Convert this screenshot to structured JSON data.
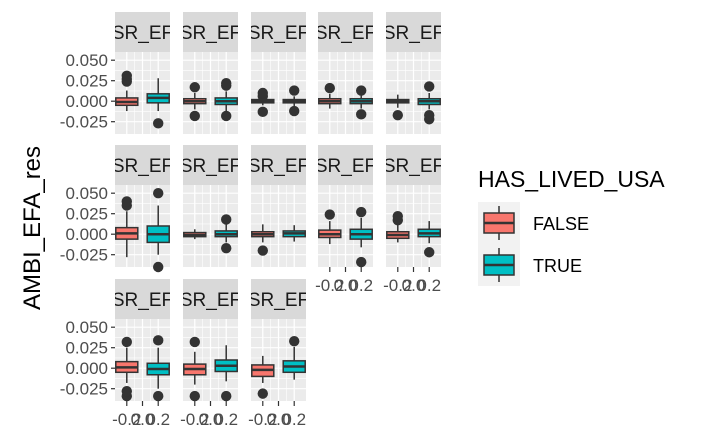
{
  "chart_data": {
    "type": "box",
    "facet_rows": 3,
    "facet_cols": 5,
    "panels": [
      {
        "strip": "SR_EF",
        "x_axis": false,
        "series": [
          {
            "name": "FALSE",
            "min": -0.012,
            "q1": -0.005,
            "median": -0.001,
            "q3": 0.004,
            "max": 0.013,
            "outliers": [
              0.024,
              0.027,
              0.031
            ]
          },
          {
            "name": "TRUE",
            "min": -0.012,
            "q1": -0.002,
            "median": 0.004,
            "q3": 0.009,
            "max": 0.028,
            "outliers": [
              -0.027
            ]
          }
        ]
      },
      {
        "strip": "SR_EF",
        "x_axis": false,
        "series": [
          {
            "name": "FALSE",
            "min": -0.01,
            "q1": -0.003,
            "median": 0.0,
            "q3": 0.003,
            "max": 0.01,
            "outliers": [
              -0.018,
              0.017
            ]
          },
          {
            "name": "TRUE",
            "min": -0.012,
            "q1": -0.004,
            "median": 0.0,
            "q3": 0.004,
            "max": 0.012,
            "outliers": [
              -0.018,
              0.019,
              0.022
            ]
          }
        ]
      },
      {
        "strip": "SR_EF",
        "x_axis": false,
        "series": [
          {
            "name": "FALSE",
            "min": -0.005,
            "q1": -0.002,
            "median": 0.0,
            "q3": 0.002,
            "max": 0.005,
            "outliers": [
              -0.013,
              0.006,
              0.01
            ]
          },
          {
            "name": "TRUE",
            "min": -0.006,
            "q1": -0.002,
            "median": 0.0,
            "q3": 0.002,
            "max": 0.006,
            "outliers": [
              -0.012,
              0.013
            ]
          }
        ]
      },
      {
        "strip": "SR_EF",
        "x_axis": false,
        "series": [
          {
            "name": "FALSE",
            "min": -0.009,
            "q1": -0.003,
            "median": 0.0,
            "q3": 0.003,
            "max": 0.009,
            "outliers": [
              0.016
            ]
          },
          {
            "name": "TRUE",
            "min": -0.009,
            "q1": -0.003,
            "median": 0.0,
            "q3": 0.003,
            "max": 0.009,
            "outliers": [
              -0.016,
              0.013
            ]
          }
        ]
      },
      {
        "strip": "SR_EF",
        "x_axis": false,
        "series": [
          {
            "name": "FALSE",
            "min": -0.008,
            "q1": -0.002,
            "median": 0.0,
            "q3": 0.002,
            "max": 0.008,
            "outliers": [
              -0.017
            ]
          },
          {
            "name": "TRUE",
            "min": -0.01,
            "q1": -0.004,
            "median": 0.0,
            "q3": 0.003,
            "max": 0.01,
            "outliers": [
              -0.022,
              -0.017,
              0.018
            ]
          }
        ]
      },
      {
        "strip": "SR_EF",
        "x_axis": false,
        "series": [
          {
            "name": "FALSE",
            "min": -0.028,
            "q1": -0.006,
            "median": 0.001,
            "q3": 0.008,
            "max": 0.028,
            "outliers": [
              0.035,
              0.04
            ]
          },
          {
            "name": "TRUE",
            "min": -0.025,
            "q1": -0.01,
            "median": 0.0,
            "q3": 0.01,
            "max": 0.035,
            "outliers": [
              -0.04,
              0.05
            ]
          }
        ]
      },
      {
        "strip": "SR_EF",
        "x_axis": false,
        "series": [
          {
            "name": "FALSE",
            "min": -0.006,
            "q1": -0.003,
            "median": -0.001,
            "q3": 0.002,
            "max": 0.006,
            "outliers": []
          },
          {
            "name": "TRUE",
            "min": -0.01,
            "q1": -0.003,
            "median": 0.0,
            "q3": 0.004,
            "max": 0.012,
            "outliers": [
              -0.017,
              0.018
            ]
          }
        ]
      },
      {
        "strip": "SR_EF",
        "x_axis": false,
        "series": [
          {
            "name": "FALSE",
            "min": -0.01,
            "q1": -0.003,
            "median": 0.0,
            "q3": 0.003,
            "max": 0.012,
            "outliers": [
              -0.02
            ]
          },
          {
            "name": "TRUE",
            "min": -0.009,
            "q1": -0.003,
            "median": 0.001,
            "q3": 0.004,
            "max": 0.011,
            "outliers": []
          }
        ]
      },
      {
        "strip": "SR_EF",
        "x_axis": true,
        "series": [
          {
            "name": "FALSE",
            "min": -0.012,
            "q1": -0.004,
            "median": 0.0,
            "q3": 0.005,
            "max": 0.016,
            "outliers": [
              0.024
            ]
          },
          {
            "name": "TRUE",
            "min": -0.016,
            "q1": -0.006,
            "median": 0.0,
            "q3": 0.006,
            "max": 0.02,
            "outliers": [
              -0.034,
              0.027
            ]
          }
        ]
      },
      {
        "strip": "SR_EF",
        "x_axis": true,
        "series": [
          {
            "name": "FALSE",
            "min": -0.01,
            "q1": -0.005,
            "median": -0.001,
            "q3": 0.003,
            "max": 0.012,
            "outliers": [
              0.017,
              0.022
            ]
          },
          {
            "name": "TRUE",
            "min": -0.011,
            "q1": -0.003,
            "median": 0.001,
            "q3": 0.006,
            "max": 0.016,
            "outliers": [
              -0.022
            ]
          }
        ]
      },
      {
        "strip": "SR_EF",
        "x_axis": true,
        "series": [
          {
            "name": "FALSE",
            "min": -0.018,
            "q1": -0.005,
            "median": 0.001,
            "q3": 0.008,
            "max": 0.025,
            "outliers": [
              -0.034,
              -0.028,
              0.032
            ]
          },
          {
            "name": "TRUE",
            "min": -0.025,
            "q1": -0.008,
            "median": -0.001,
            "q3": 0.006,
            "max": 0.025,
            "outliers": [
              -0.034,
              0.034
            ]
          }
        ]
      },
      {
        "strip": "SR_EF",
        "x_axis": true,
        "series": [
          {
            "name": "FALSE",
            "min": -0.02,
            "q1": -0.008,
            "median": -0.001,
            "q3": 0.005,
            "max": 0.02,
            "outliers": [
              -0.034,
              0.032
            ]
          },
          {
            "name": "TRUE",
            "min": -0.016,
            "q1": -0.004,
            "median": 0.003,
            "q3": 0.01,
            "max": 0.028,
            "outliers": [
              -0.034
            ]
          }
        ]
      },
      {
        "strip": "SR_EF",
        "x_axis": true,
        "series": [
          {
            "name": "FALSE",
            "min": -0.018,
            "q1": -0.01,
            "median": -0.002,
            "q3": 0.004,
            "max": 0.015,
            "outliers": [
              -0.031
            ]
          },
          {
            "name": "TRUE",
            "min": -0.014,
            "q1": -0.005,
            "median": 0.002,
            "q3": 0.009,
            "max": 0.026,
            "outliers": [
              0.033
            ]
          }
        ]
      }
    ],
    "y_ticks": [
      "0.050",
      "0.025",
      "0.000",
      "-0.025"
    ],
    "y_tick_values": [
      0.05,
      0.025,
      0.0,
      -0.025
    ],
    "ylim": [
      -0.04,
      0.06
    ],
    "x_tick_labels": [
      "-0.2",
      "0.0",
      "0.2"
    ],
    "ylabel": "AMBI_EFA_res",
    "xlabel": "",
    "legend": {
      "title": "HAS_LIVED_USA",
      "position": "right",
      "items": [
        {
          "label": "FALSE",
          "color": "#F8766D"
        },
        {
          "label": "TRUE",
          "color": "#00BFC4"
        }
      ]
    },
    "colors": {
      "FALSE": "#F8766D",
      "TRUE": "#00BFC4",
      "panel_bg": "#EBEBEB",
      "strip_bg": "#D9D9D9",
      "grid": "#FFFFFF"
    },
    "grid": true
  }
}
